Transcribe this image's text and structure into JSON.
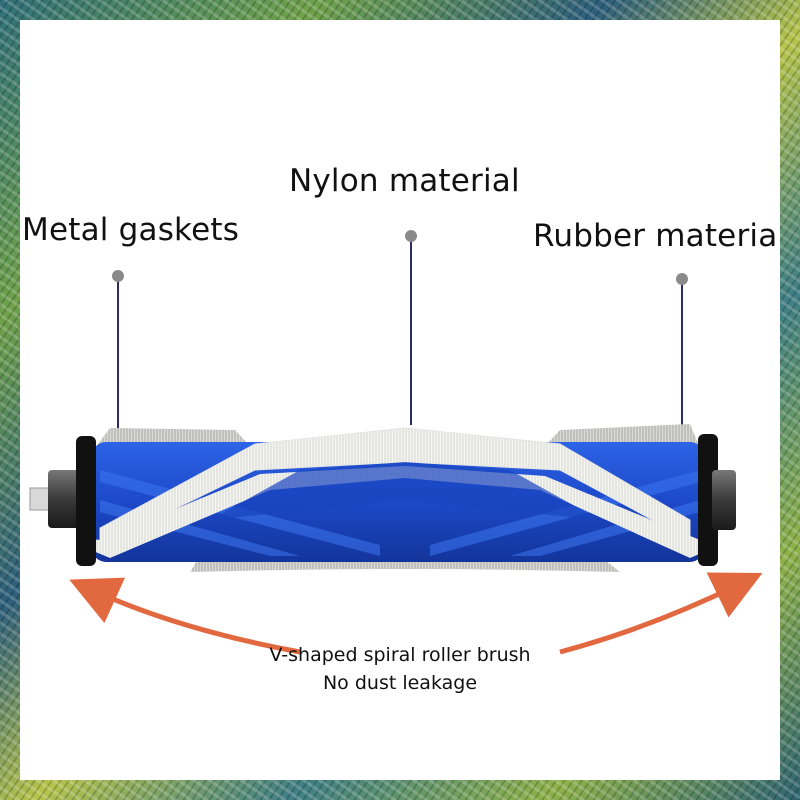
{
  "labels": {
    "metal": "Metal gaskets",
    "nylon": "Nylon material",
    "rubber": "Rubber materia"
  },
  "caption": {
    "line1": "V-shaped spiral roller brush",
    "line2": "No dust leakage"
  },
  "colors": {
    "brush_blue": "#1e4fd0",
    "brush_blue_dark": "#13349a",
    "bristle_white": "#f2f2ee",
    "arrow_orange": "#e2683f",
    "leader_line": "#2b2a6e"
  }
}
